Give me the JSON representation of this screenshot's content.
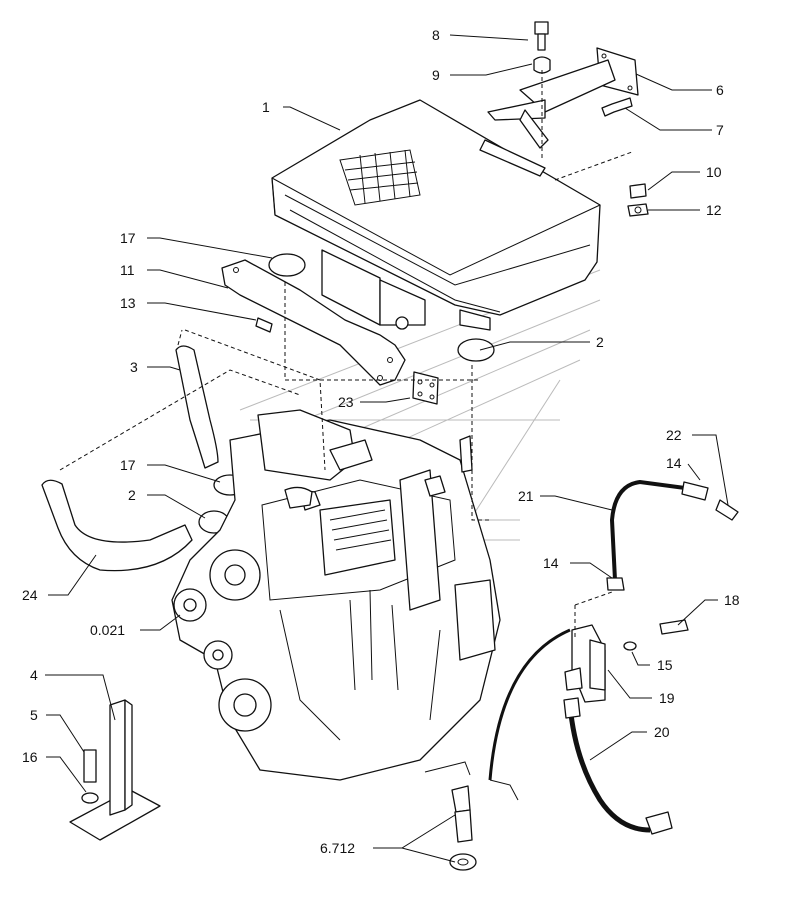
{
  "callouts": {
    "c1": "1",
    "c2a": "2",
    "c2b": "2",
    "c3": "3",
    "c4": "4",
    "c5": "5",
    "c6": "6",
    "c7": "7",
    "c8": "8",
    "c9": "9",
    "c10": "10",
    "c11": "11",
    "c12": "12",
    "c13": "13",
    "c14a": "14",
    "c14b": "14",
    "c15": "15",
    "c16": "16",
    "c17a": "17",
    "c17b": "17",
    "c18": "18",
    "c19": "19",
    "c20": "20",
    "c21": "21",
    "c22": "22",
    "c23": "23",
    "c24": "24",
    "c0021": "0.021",
    "c6712": "6.712"
  }
}
